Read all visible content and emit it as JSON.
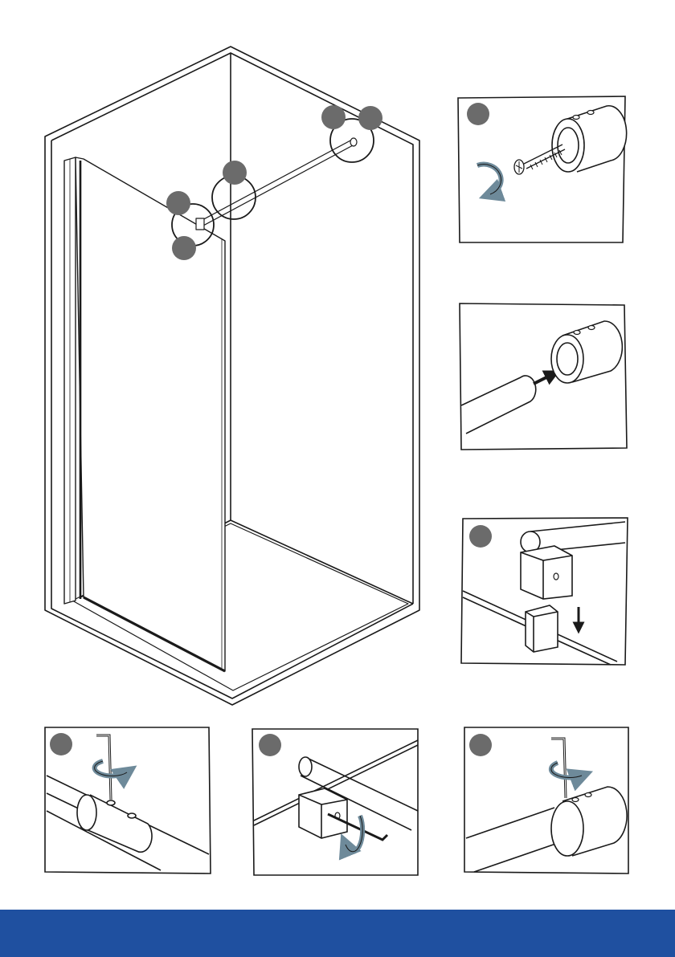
{
  "colors": {
    "line": "#1a1a1a",
    "step_badge": "#6b6b6b",
    "rotate_arrow": "#6e8a9a",
    "footer": "#1f50a0",
    "panel_border": "#1a1a1a",
    "page": "#ffffff"
  },
  "icons": {
    "rotate": "rotate-arrow-icon",
    "down_arrow": "arrow-down-icon",
    "insert_arrow": "arrow-right-icon",
    "hex_key": "hex-key-icon",
    "screw": "screw-icon"
  },
  "steps": [
    {
      "panel": "screw-into-wall-bracket",
      "has_badge": true
    },
    {
      "panel": "slide-bar-into-bracket",
      "has_badge": false
    },
    {
      "panel": "attach-clamp-to-glass",
      "has_badge": true
    },
    {
      "panel": "tighten-bar-screw",
      "has_badge": true
    },
    {
      "panel": "tighten-clamp-screw",
      "has_badge": true
    },
    {
      "panel": "tighten-bracket-screw",
      "has_badge": true
    }
  ]
}
